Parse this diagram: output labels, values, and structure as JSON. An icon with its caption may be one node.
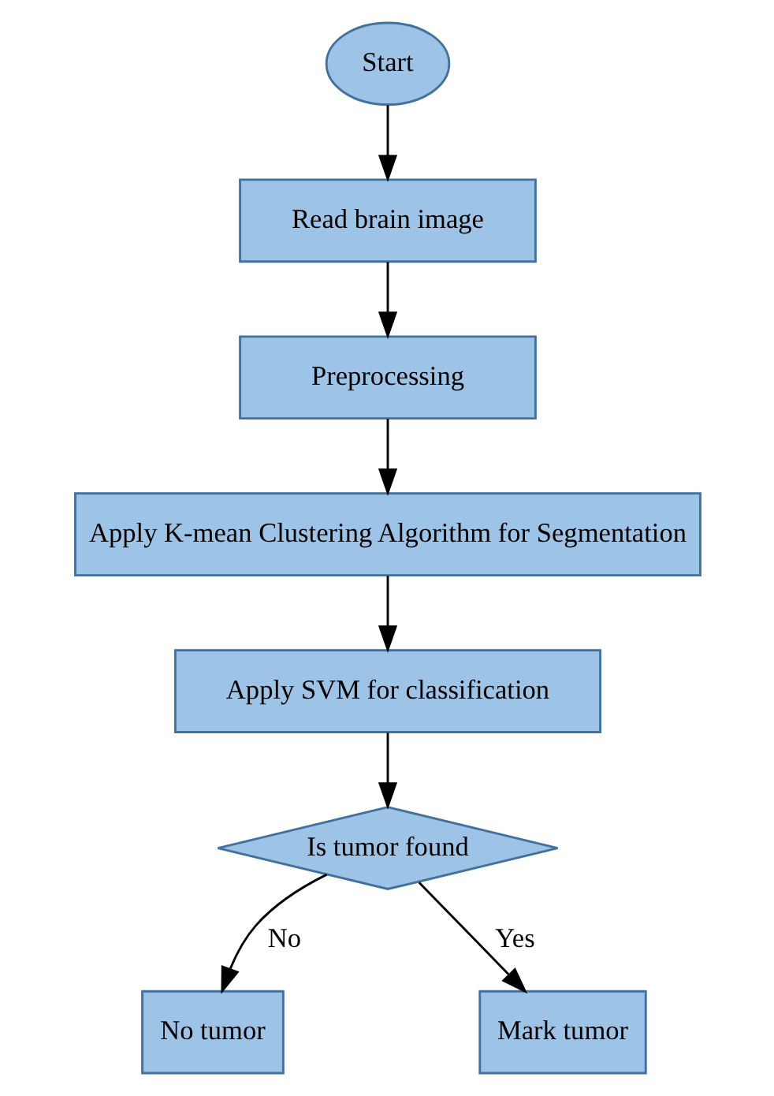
{
  "diagram": {
    "nodes": [
      {
        "text": [
          "Start"
        ]
      },
      {
        "text": [
          "Read brain image"
        ]
      },
      {
        "text": [
          "Preprocessing"
        ]
      },
      {
        "text": [
          "Apply K-mean Clustering Algorithm for Segmentation"
        ]
      },
      {
        "text": [
          "Apply SVM for classification"
        ]
      },
      {
        "text": [
          "Is tumor found"
        ]
      },
      {
        "text": [
          "No tumor"
        ]
      },
      {
        "text": [
          "Mark tumor"
        ]
      }
    ],
    "edges": [
      {
        "from": 0,
        "to": 1,
        "arrow": "to"
      },
      {
        "from": 1,
        "to": 2,
        "arrow": "to"
      },
      {
        "from": 2,
        "to": 3,
        "arrow": "to"
      },
      {
        "from": 3,
        "to": 4,
        "arrow": "to"
      },
      {
        "from": 4,
        "to": 5,
        "arrow": "to"
      },
      {
        "from": 5,
        "to": 6,
        "arrow": "to",
        "label": "No"
      },
      {
        "from": 5,
        "to": 7,
        "arrow": "to",
        "label": "Yes"
      }
    ]
  }
}
